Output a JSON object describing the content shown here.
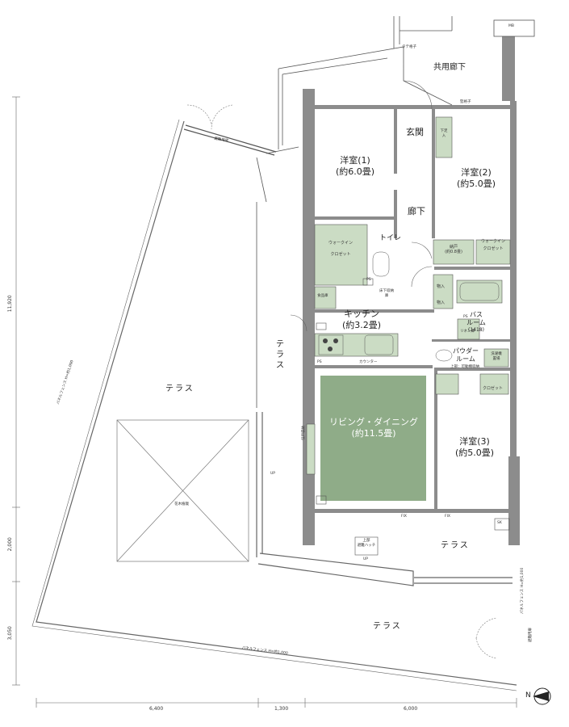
{
  "plan": {
    "corridor": "共用廊下",
    "mb": "MB",
    "rooms": {
      "western1": {
        "name": "洋室(1)",
        "size": "(約6.0畳)"
      },
      "western2": {
        "name": "洋室(2)",
        "size": "(約5.0畳)"
      },
      "western3": {
        "name": "洋室(3)",
        "size": "(約5.0畳)"
      },
      "kitchen": {
        "name": "キッチン",
        "size": "(約3.2畳)"
      },
      "living": {
        "name": "リビング・ダイニング",
        "size": "(約11.5畳)"
      },
      "entrance": "玄関",
      "hallway": "廊下",
      "toilet": "トイレ",
      "bath": {
        "name": "バス",
        "name2": "ルーム",
        "size": "(1418)"
      },
      "powder": {
        "name": "パウダー",
        "name2": "ルーム"
      }
    },
    "storage": {
      "walkin1": [
        "ウォークイン",
        "クロゼット"
      ],
      "walkin2": [
        "ウォークイン",
        "クロゼット"
      ],
      "closet": "クロゼット",
      "nando": [
        "納戸",
        "(約0.8畳)"
      ],
      "shoebox": [
        "下足",
        "入"
      ],
      "storage1": "物入",
      "storage2": "物入",
      "linen": "リネン庫",
      "foodstore": "食品庫",
      "laundry": [
        "洗濯機",
        "置場"
      ],
      "counter": "カウンター",
      "upper_shelf": "上部：可動棚収納",
      "floor_storage": [
        "床下収納",
        "庫"
      ]
    },
    "terraces": {
      "west": "テラス",
      "middle": "テラス",
      "south_inner": "テラス",
      "south_outer": "テラス"
    },
    "annotations": {
      "ps1": "PS",
      "ps2": "PS",
      "sk": "SK",
      "up1": "UP",
      "up2": "UP",
      "fix1": "FIX",
      "fix2": "FIX",
      "hatch": [
        "上部",
        "避難ハッチ"
      ],
      "plants": "花木植栽",
      "fence1": "パネルフェンス H=約1,000",
      "fence2": "パネルフェンス H=約1,000",
      "fence3": [
        "パネルフェンス",
        "H=約1,000"
      ],
      "gate1": "避難用扉",
      "gate2": "避難用扉",
      "pipe": "タテ格子",
      "pipe2": "竪格子",
      "slide": "引戸収納"
    },
    "dimensions": {
      "v1": "11,920",
      "v2": "2,000",
      "v3": "3,050",
      "h1": "6,400",
      "h2": "1,300",
      "h3": "6,000"
    },
    "compass": "N"
  },
  "colors": {
    "wall": "#8c8c8c",
    "storage_fill": "#cbdcc4",
    "living_fill": "#8fac88",
    "line": "#555555"
  }
}
